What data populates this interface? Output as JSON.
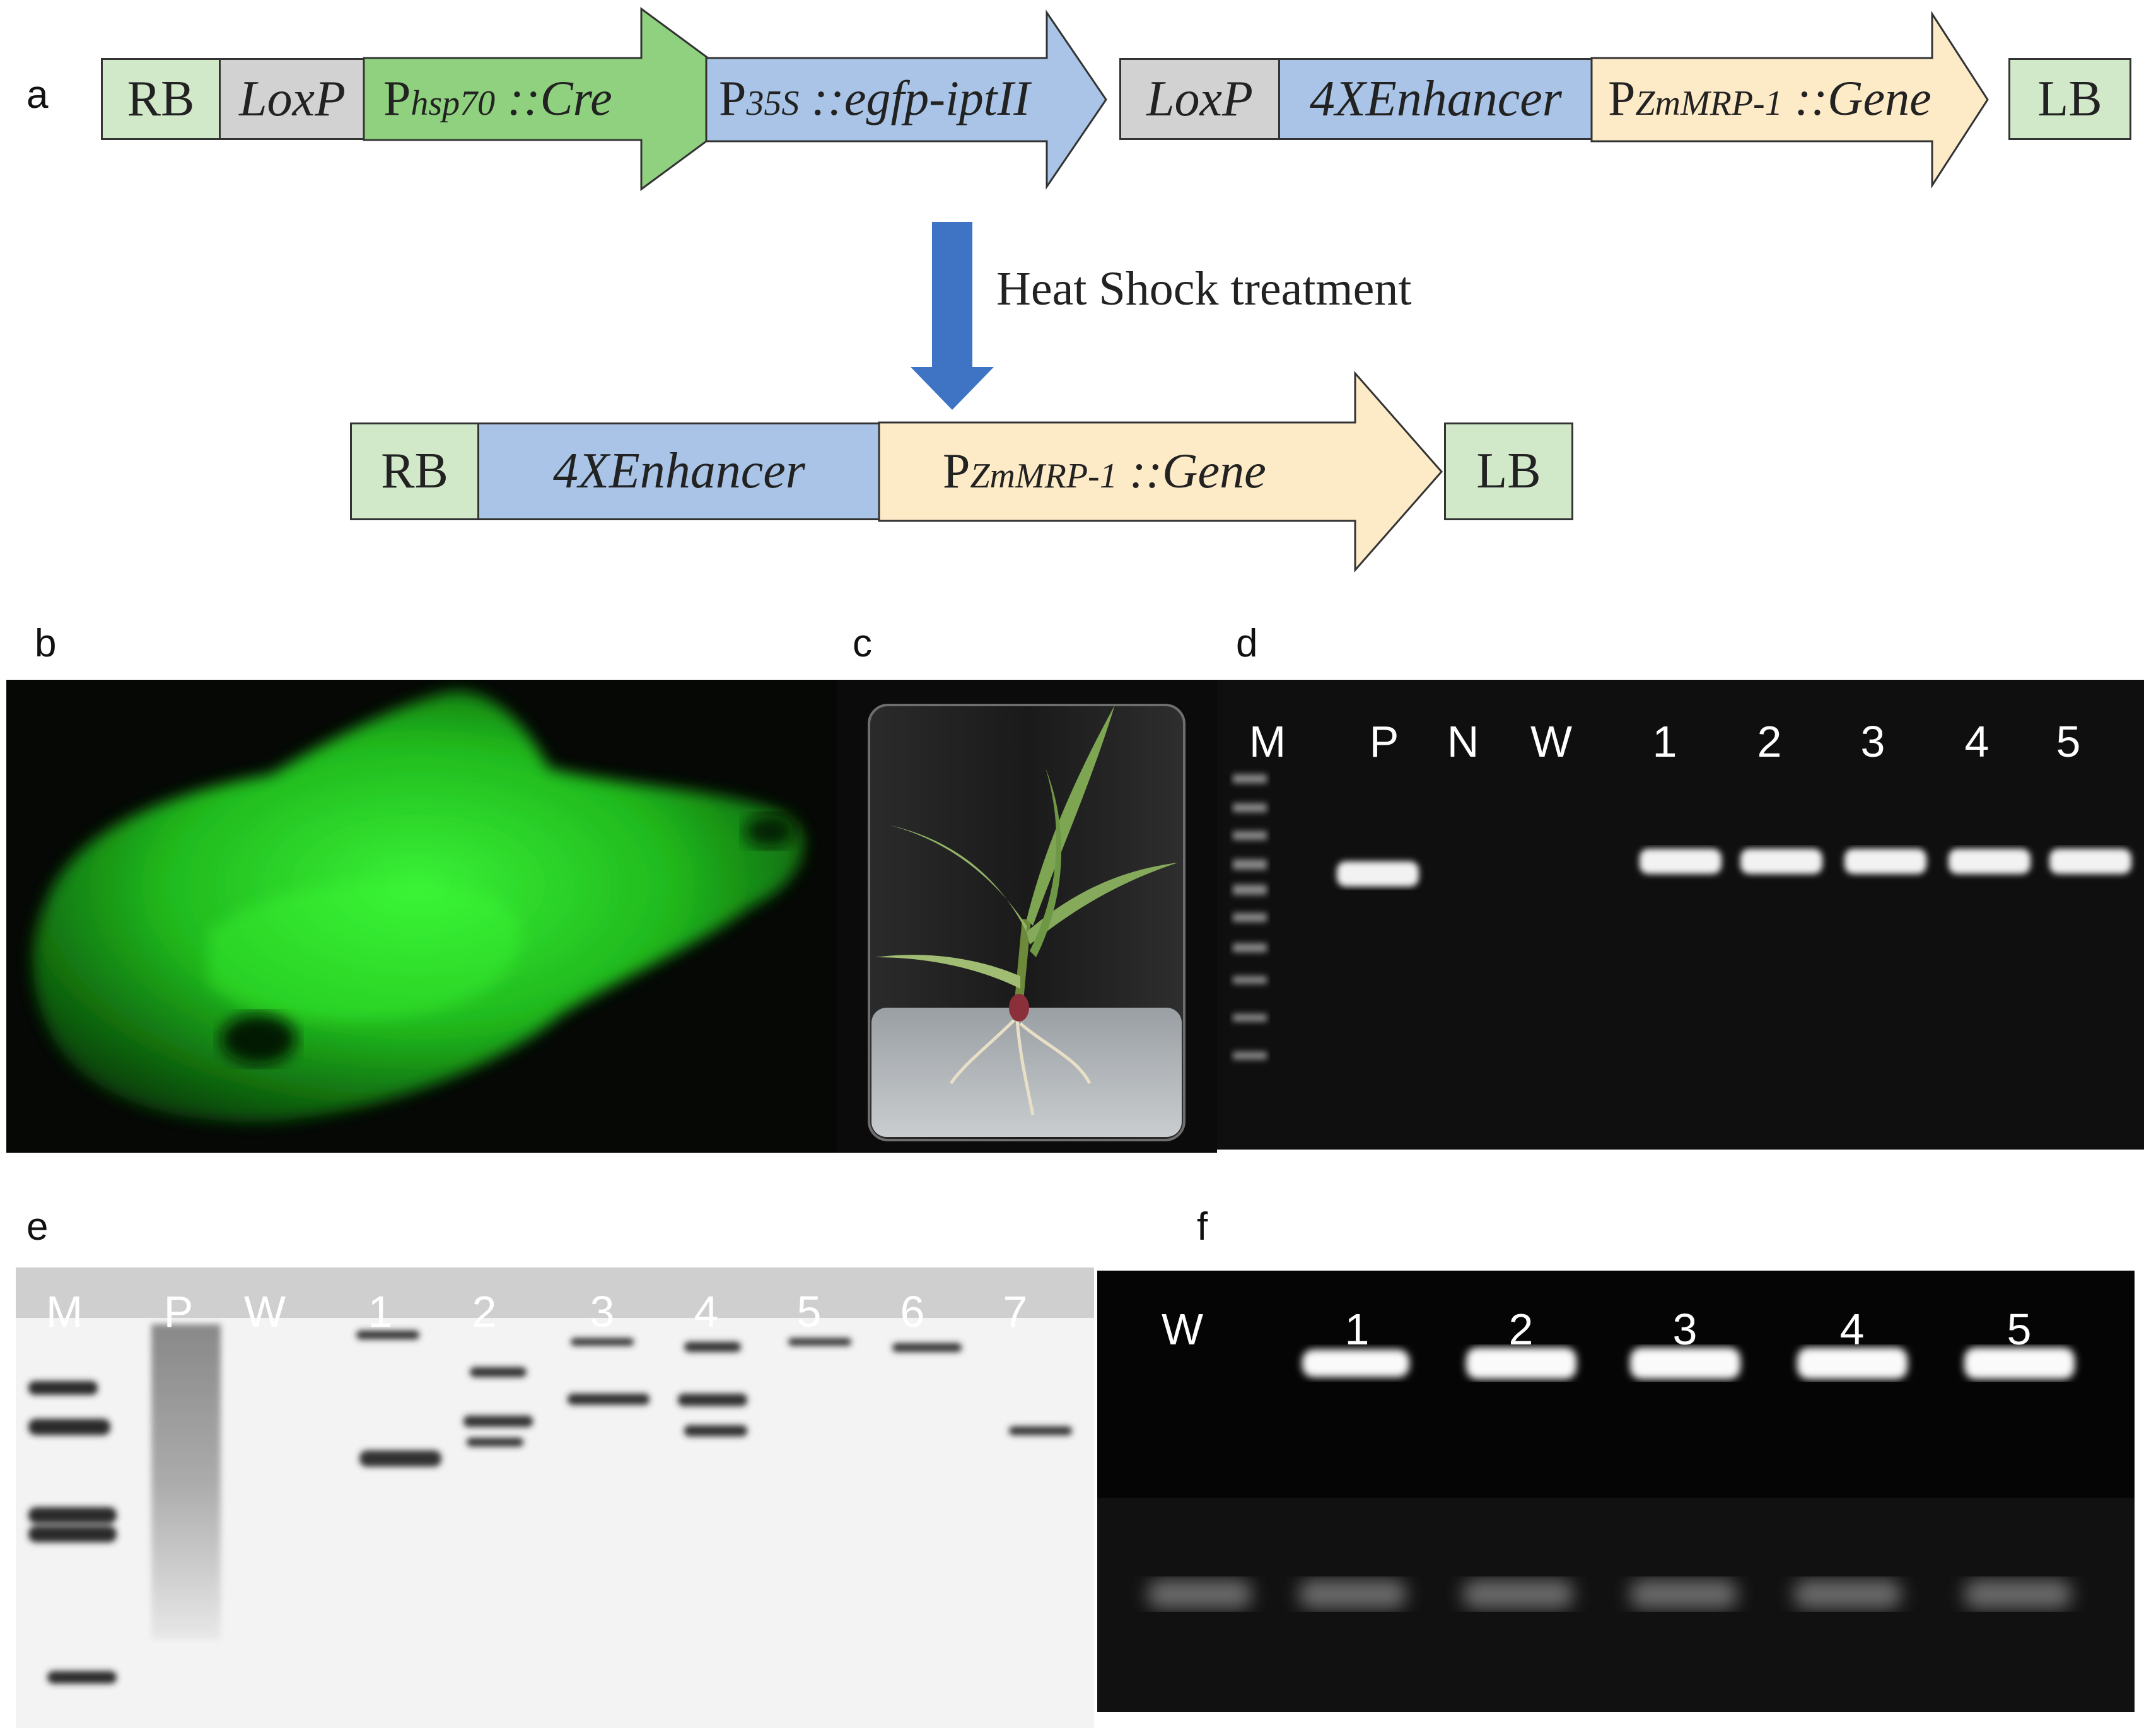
{
  "panels": {
    "a": {
      "label": "a",
      "construct_top": {
        "rb": "RB",
        "loxp1": "LoxP",
        "cre_promoter_prefix": "P",
        "cre_promoter_sub": "hsp70",
        "cre_gene": "::Cre",
        "egfp_promoter_prefix": "P",
        "egfp_promoter_sub": "35S",
        "egfp_gene": "::egfp-iptII",
        "loxp2": "LoxP",
        "enhancer": "4XEnhancer",
        "gene_promoter_prefix": "P",
        "gene_promoter_sub": "ZmMRP-1",
        "gene_name": "::Gene",
        "lb": "LB"
      },
      "treatment": "Heat Shock treatment",
      "construct_bottom": {
        "rb": "RB",
        "enhancer": "4XEnhancer",
        "gene_promoter_prefix": "P",
        "gene_promoter_sub": "ZmMRP-1",
        "gene_name": "::Gene",
        "lb": "LB"
      },
      "colors": {
        "green_box": "#d2e9c9",
        "grey_box": "#d2d2d2",
        "green_arrow": "#8fd17e",
        "blue_arrow": "#a9c4e6",
        "blue_box": "#a9c4e6",
        "yellow_arrow": "#fdebc8",
        "down_arrow": "#3f73c4"
      }
    },
    "b": {
      "label": "b"
    },
    "c": {
      "label": "c"
    },
    "d": {
      "label": "d",
      "lanes": [
        "M",
        "P",
        "N",
        "W",
        "1",
        "2",
        "3",
        "4",
        "5"
      ]
    },
    "e": {
      "label": "e",
      "lanes": [
        "M",
        "P",
        "W",
        "1",
        "2",
        "3",
        "4",
        "5",
        "6",
        "7"
      ]
    },
    "f": {
      "label": "f",
      "lanes": [
        "W",
        "1",
        "2",
        "3",
        "4",
        "5"
      ]
    }
  }
}
